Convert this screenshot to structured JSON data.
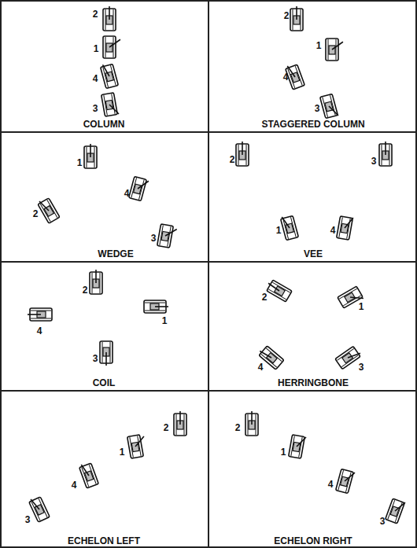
{
  "diagram": {
    "labels": [
      "2",
      "1",
      "4",
      "3",
      "COLUMN",
      "2",
      "1",
      "4",
      "3",
      "STAGGERED COLUMN",
      "1",
      "4",
      "2",
      "3",
      "WEDGE",
      "2",
      "3",
      "1",
      "4",
      "VEE",
      "2",
      "1",
      "4",
      "3",
      "COIL",
      "2",
      "1",
      "4",
      "3",
      "HERRINGBONE",
      "2",
      "1",
      "4",
      "3",
      "ECHELON LEFT",
      "2",
      "1",
      "4",
      "3",
      "ECHELON RIGHT"
    ]
  }
}
